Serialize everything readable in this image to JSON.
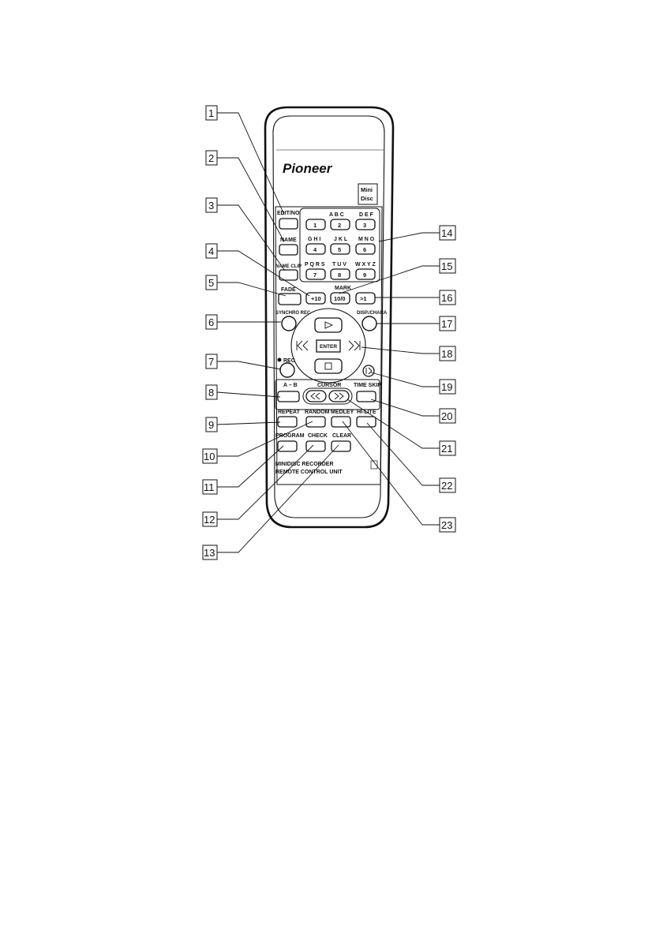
{
  "remote": {
    "brand": "Pioneer",
    "md_logo": [
      "Mini",
      "Disc"
    ],
    "footer_lines": [
      "MINIDISC  RECORDER",
      "REMOTE  CONTROL  UNIT"
    ],
    "buttons": {
      "edit_no": "EDIT/NO",
      "name": "NAME",
      "name_clip": "NAME CLIP",
      "fade": "FADE",
      "plus10": "+10",
      "mark": "MARK",
      "ten_zero": "10/0",
      "greater_than_one": ">1",
      "synchro_rec": "SYNCHRO REC",
      "disp_chara": "DISP./CHARA",
      "enter": "ENTER",
      "rec": "REC",
      "a_b": "A – B",
      "cursor": "CURSOR",
      "time_skip": "TIME SKIP",
      "repeat": "REPEAT",
      "random": "RANDOM",
      "medley": "MEDLEY",
      "hi_lite": "HI-LITE",
      "program": "PROGRAM",
      "check": "CHECK",
      "clear": "CLEAR"
    },
    "keypad": [
      {
        "num": "1",
        "letters": ""
      },
      {
        "num": "2",
        "letters": "A B C"
      },
      {
        "num": "3",
        "letters": "D E F"
      },
      {
        "num": "4",
        "letters": "G H I"
      },
      {
        "num": "5",
        "letters": "J K L"
      },
      {
        "num": "6",
        "letters": "M N O"
      },
      {
        "num": "7",
        "letters": "P Q R S"
      },
      {
        "num": "8",
        "letters": "T U V"
      },
      {
        "num": "9",
        "letters": "W X Y Z"
      }
    ]
  },
  "callouts": [
    "1",
    "2",
    "3",
    "4",
    "5",
    "6",
    "7",
    "8",
    "9",
    "10",
    "11",
    "12",
    "13",
    "14",
    "15",
    "16",
    "17",
    "18",
    "19",
    "20",
    "21",
    "22",
    "23"
  ],
  "colors": {
    "ink": "#111111",
    "paper": "#ffffff"
  }
}
